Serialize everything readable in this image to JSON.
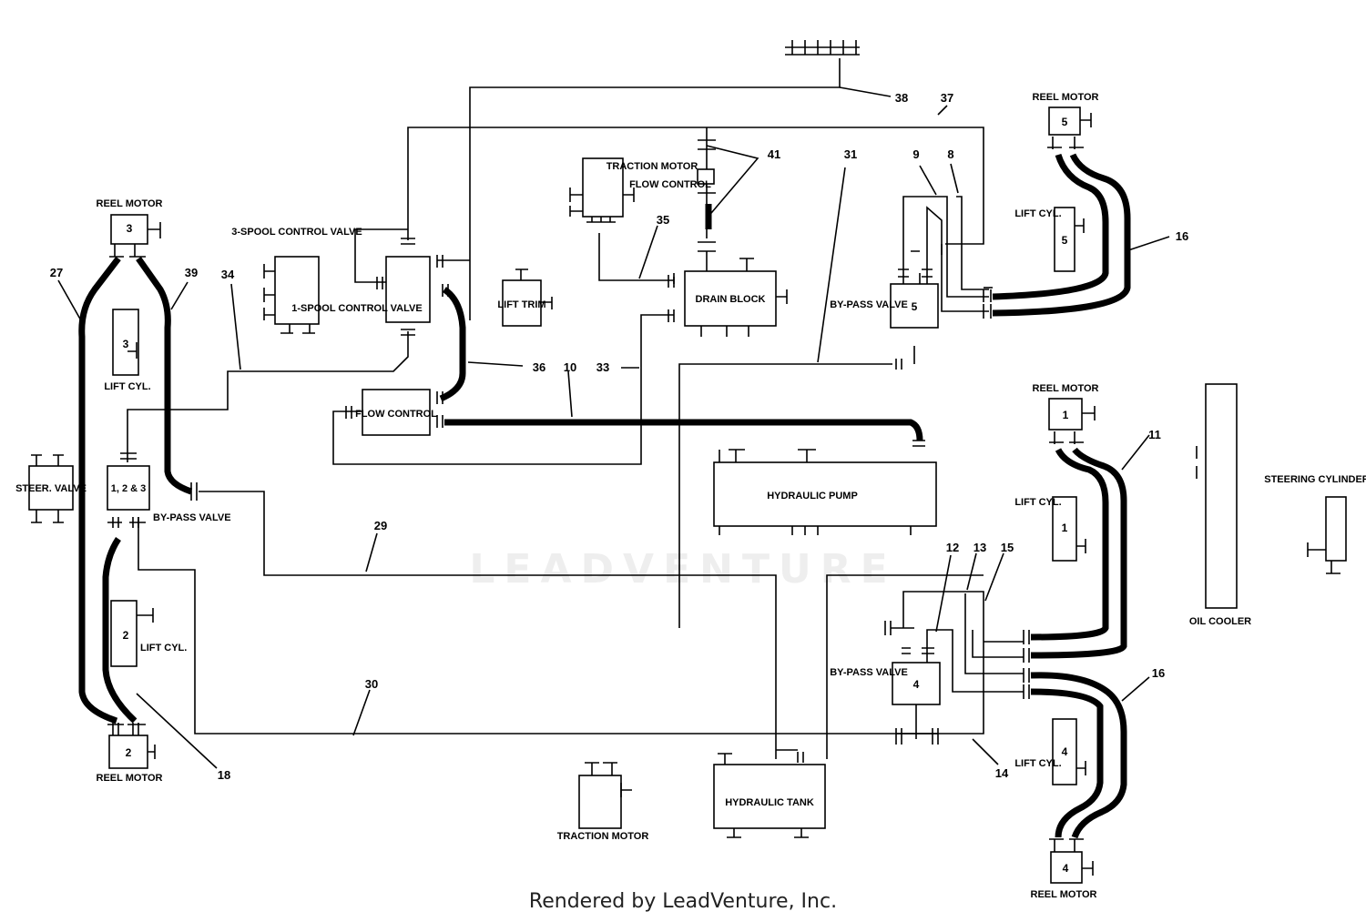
{
  "diagram": {
    "components": {
      "reel_motor_3": {
        "label": "REEL MOTOR",
        "number": "3"
      },
      "lift_cyl_3": {
        "label": "LIFT CYL.",
        "number": "3"
      },
      "reel_motor_2": {
        "label": "REEL MOTOR",
        "number": "2"
      },
      "lift_cyl_2": {
        "label": "LIFT CYL.",
        "number": "2"
      },
      "steer_valve": {
        "label": "STEER. VALVE"
      },
      "bypass_valve_123": {
        "label": "BY-PASS VALVE",
        "number": "1, 2 & 3"
      },
      "three_spool": {
        "label": "3-SPOOL CONTROL VALVE"
      },
      "one_spool": {
        "label": "1-SPOOL CONTROL VALVE"
      },
      "flow_control_left": {
        "label": "FLOW CONTROL"
      },
      "lift_trim": {
        "label": "LIFT TRIM"
      },
      "traction_motor_top": {
        "label": "TRACTION MOTOR"
      },
      "flow_control_top": {
        "label": "FLOW CONTROL"
      },
      "drain_block": {
        "label": "DRAIN BLOCK"
      },
      "hydraulic_pump": {
        "label": "HYDRAULIC PUMP"
      },
      "hydraulic_tank": {
        "label": "HYDRAULIC TANK"
      },
      "traction_motor_bottom": {
        "label": "TRACTION MOTOR"
      },
      "bypass_valve_5": {
        "label": "BY-PASS VALVE",
        "number": "5"
      },
      "reel_motor_5": {
        "label": "REEL MOTOR",
        "number": "5"
      },
      "lift_cyl_5": {
        "label": "LIFT CYL.",
        "number": "5"
      },
      "bypass_valve_4": {
        "label": "BY-PASS VALVE",
        "number": "4"
      },
      "reel_motor_1": {
        "label": "REEL MOTOR",
        "number": "1"
      },
      "lift_cyl_1": {
        "label": "LIFT CYL.",
        "number": "1"
      },
      "lift_cyl_4": {
        "label": "LIFT CYL.",
        "number": "4"
      },
      "reel_motor_4": {
        "label": "REEL MOTOR",
        "number": "4"
      },
      "oil_cooler": {
        "label": "OIL COOLER"
      },
      "steering_cylinder": {
        "label": "STEERING CYLINDER"
      }
    },
    "callouts": [
      "38",
      "37",
      "41",
      "31",
      "9",
      "8",
      "35",
      "16",
      "27",
      "39",
      "34",
      "36",
      "10",
      "33",
      "11",
      "29",
      "12",
      "13",
      "15",
      "30",
      "18",
      "14",
      "16"
    ]
  },
  "watermark": "LEADVENTURE",
  "footer": "Rendered by LeadVenture, Inc."
}
